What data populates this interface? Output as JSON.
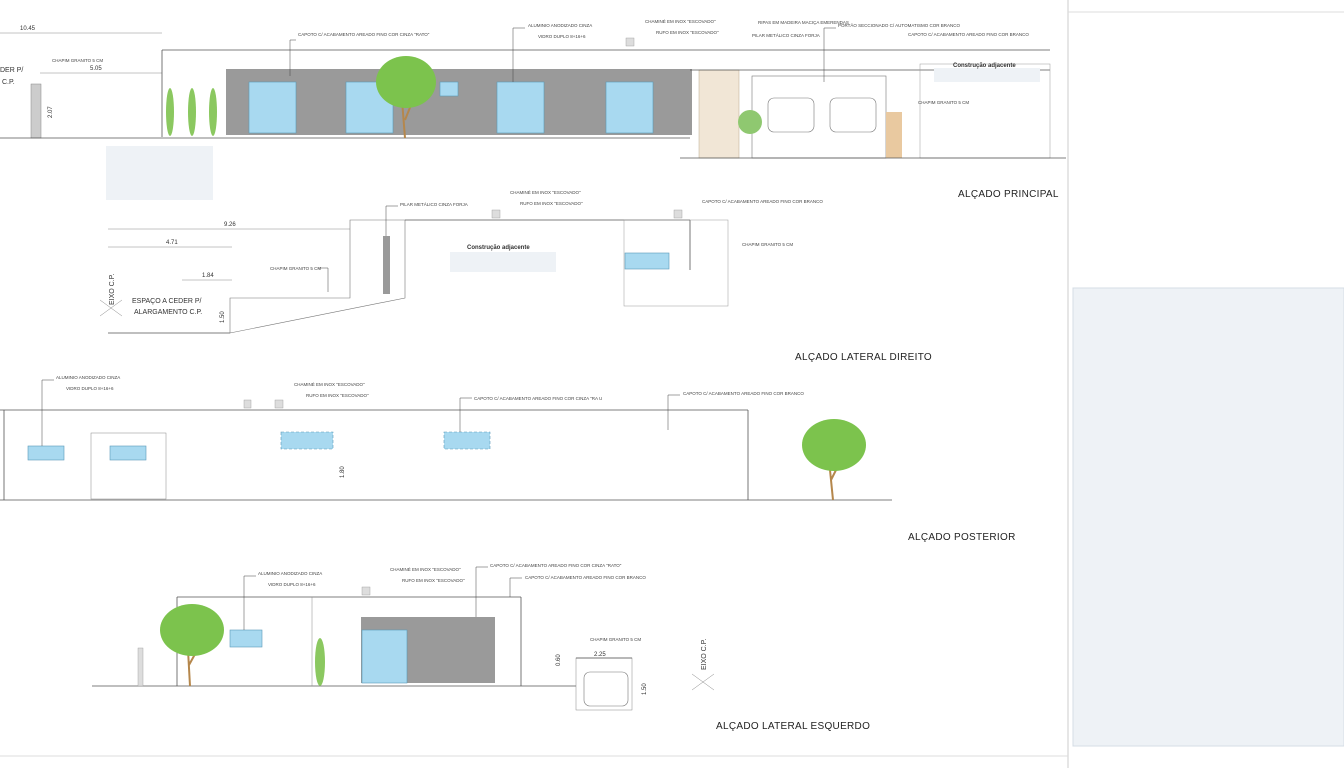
{
  "sections": {
    "principal": {
      "title": "ALÇADO PRINCIPAL"
    },
    "lateral_direito": {
      "title": "ALÇADO LATERAL DIREITO"
    },
    "posterior": {
      "title": "ALÇADO POSTERIOR"
    },
    "lateral_esquerdo": {
      "title": "ALÇADO LATERAL ESQUERDO"
    }
  },
  "principal": {
    "dim_total": "10.45",
    "dim_partial": "5.05",
    "dim_height": "2.07",
    "ceder_line1": "DER P/",
    "ceder_line2": "C.P.",
    "chapim_left": "CHAPIM GRANITO 5 CM",
    "capoto_ratio": "CAPOTO C/ ACABAMENTO AREADO FINO COR CINZA \"RATO\"",
    "aluminio": "ALUMINIO ANODIZADO CINZA",
    "vidro": "VIDRO DUPLO 8+16+6",
    "chamine": "CHAMINÉ EM INOX \"ESCOVADO\"",
    "rufo": "RUFO EM INOX \"ESCOVADO\"",
    "ripas": "RIPAS EM MADEIRA MACIÇA EMERENDAS",
    "pilar": "PILAR METÁLICO CINZA FORJA",
    "portao": "PORTÃO SECCIONADO C/ AUTOMATISMO COR BRANCO",
    "capoto_branco": "CAPOTO C/ ACABAMENTO AREADO FINO COR BRANCO",
    "construcao": "Construção adjacente",
    "chapim_right": "CHAPIM GRANITO 5 CM"
  },
  "lateral_direito": {
    "dim_total": "9.26",
    "dim_a": "4.71",
    "dim_b": "1.84",
    "dim_h": "1.50",
    "eixo": "EIXO C.P.",
    "ceder_line1": "ESPAÇO A CEDER P/",
    "ceder_line2": "ALARGAMENTO C.P.",
    "chapim_left": "CHAPIM GRANITO 5 CM",
    "pilar": "PILAR METÁLICO CINZA FORJA",
    "chamine": "CHAMINÉ EM INOX \"ESCOVADO\"",
    "rufo": "RUFO EM INOX \"ESCOVADO\"",
    "capoto_branco": "CAPOTO C/ ACABAMENTO AREADO FINO COR BRANCO",
    "chapim_right": "CHAPIM GRANITO 5 CM",
    "construcao": "Construção adjacente"
  },
  "posterior": {
    "aluminio": "ALUMINIO ANODIZADO CINZA",
    "vidro": "VIDRO DUPLO 8+16+6",
    "chamine": "CHAMINÉ EM INOX \"ESCOVADO\"",
    "rufo": "RUFO EM INOX \"ESCOVADO\"",
    "capoto_ratio": "CAPOTO C/ ACABAMENTO AREADO FINO COR CINZA \"RA U",
    "capoto_branco": "CAPOTO C/ ACABAMENTO AREADO FINO COR BRANCO",
    "dim_h": "1.80"
  },
  "lateral_esquerdo": {
    "aluminio": "ALUMINIO ANODIZADO CINZA",
    "vidro": "VIDRO DUPLO 8+16+6",
    "chamine": "CHAMINÉ EM INOX \"ESCOVADO\"",
    "rufo": "RUFO EM INOX \"ESCOVADO\"",
    "capoto_ratio": "CAPOTO C/ ACABAMENTO AREADO FINO COR CINZA \"RATO\"",
    "capoto_branco": "CAPOTO C/ ACABAMENTO AREADO FINO COR BRANCO",
    "chapim": "CHAPIM GRANITO 5 CM",
    "dim_w": "2.25",
    "dim_a": "0.60",
    "dim_h": "1.50",
    "eixo": "EIXO C.P."
  },
  "colors": {
    "glass": "#a8d9f0",
    "wall_gray": "#9a9a9a",
    "foliage": "#7cc34d",
    "blank_panel": "#eef2f6"
  }
}
